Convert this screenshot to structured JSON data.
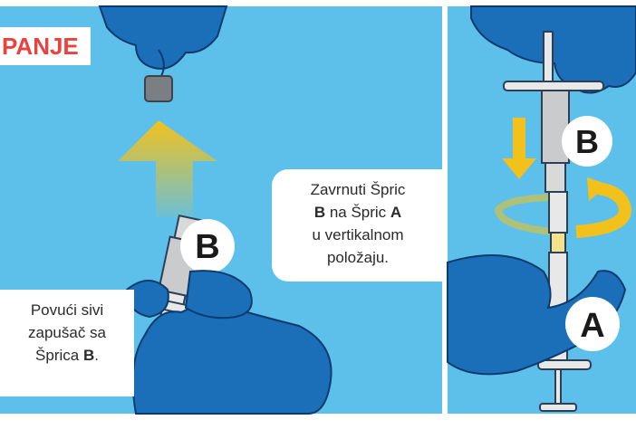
{
  "badge": {
    "text": "PANJE"
  },
  "left_instruction": {
    "line1": "Povući sivi",
    "line2": "zapušač sa",
    "line3_prefix": "Šprica ",
    "line3_bold": "B",
    "line3_suffix": "."
  },
  "right_instruction": {
    "line1": "Zavrnuti Špric",
    "line2_bold1": "B",
    "line2_mid": " na Špric ",
    "line2_bold2": "A",
    "line3": "u vertikalnom",
    "line4": "položaju."
  },
  "syringe_labels": {
    "left_b": "B",
    "right_b": "B",
    "right_a": "A"
  },
  "colors": {
    "background": "#5cc0ea",
    "glove": "#1b6fb8",
    "glove_outline": "#0d3b6e",
    "arrow": "#f3c11c",
    "accent_red": "#e8433e"
  }
}
